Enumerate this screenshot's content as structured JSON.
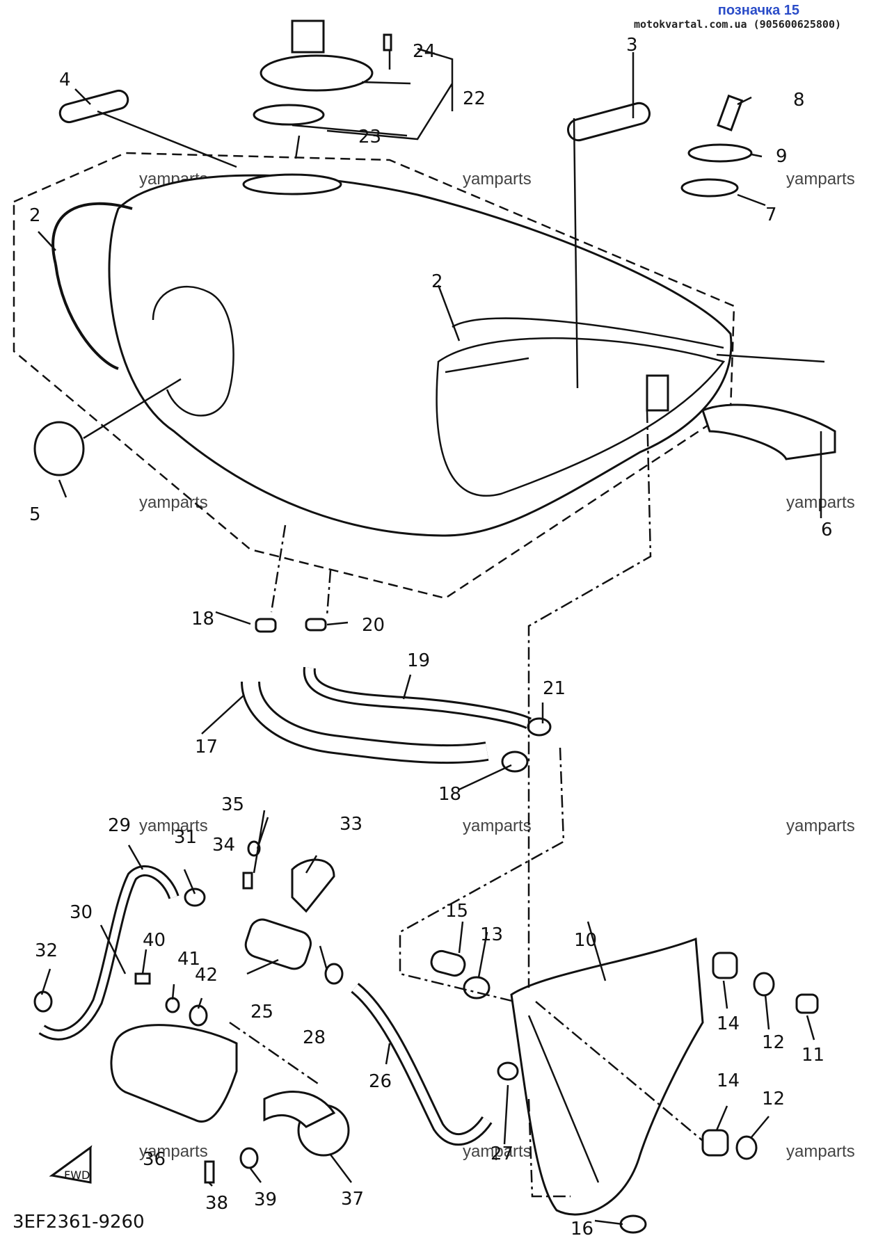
{
  "header": {
    "title": "позначка 15",
    "source": "motokvartal.com.ua (905600625800)"
  },
  "diagram_code": "3EF2361-9260",
  "fwd_label": "FWD",
  "watermark": "yamparts",
  "parts": {
    "p2a": "2",
    "p2b": "2",
    "p3": "3",
    "p4": "4",
    "p5": "5",
    "p6": "6",
    "p7": "7",
    "p8": "8",
    "p9": "9",
    "p10": "10",
    "p11": "11",
    "p12a": "12",
    "p12b": "12",
    "p13": "13",
    "p14a": "14",
    "p14b": "14",
    "p15": "15",
    "p16": "16",
    "p17": "17",
    "p18a": "18",
    "p18b": "18",
    "p19": "19",
    "p20": "20",
    "p21": "21",
    "p22": "22",
    "p23": "23",
    "p24": "24",
    "p25": "25",
    "p26": "26",
    "p27": "27",
    "p28": "28",
    "p29": "29",
    "p30": "30",
    "p31": "31",
    "p32": "32",
    "p33": "33",
    "p34": "34",
    "p35": "35",
    "p36": "36",
    "p37": "37",
    "p38": "38",
    "p39": "39",
    "p40": "40",
    "p41": "41",
    "p42": "42"
  }
}
